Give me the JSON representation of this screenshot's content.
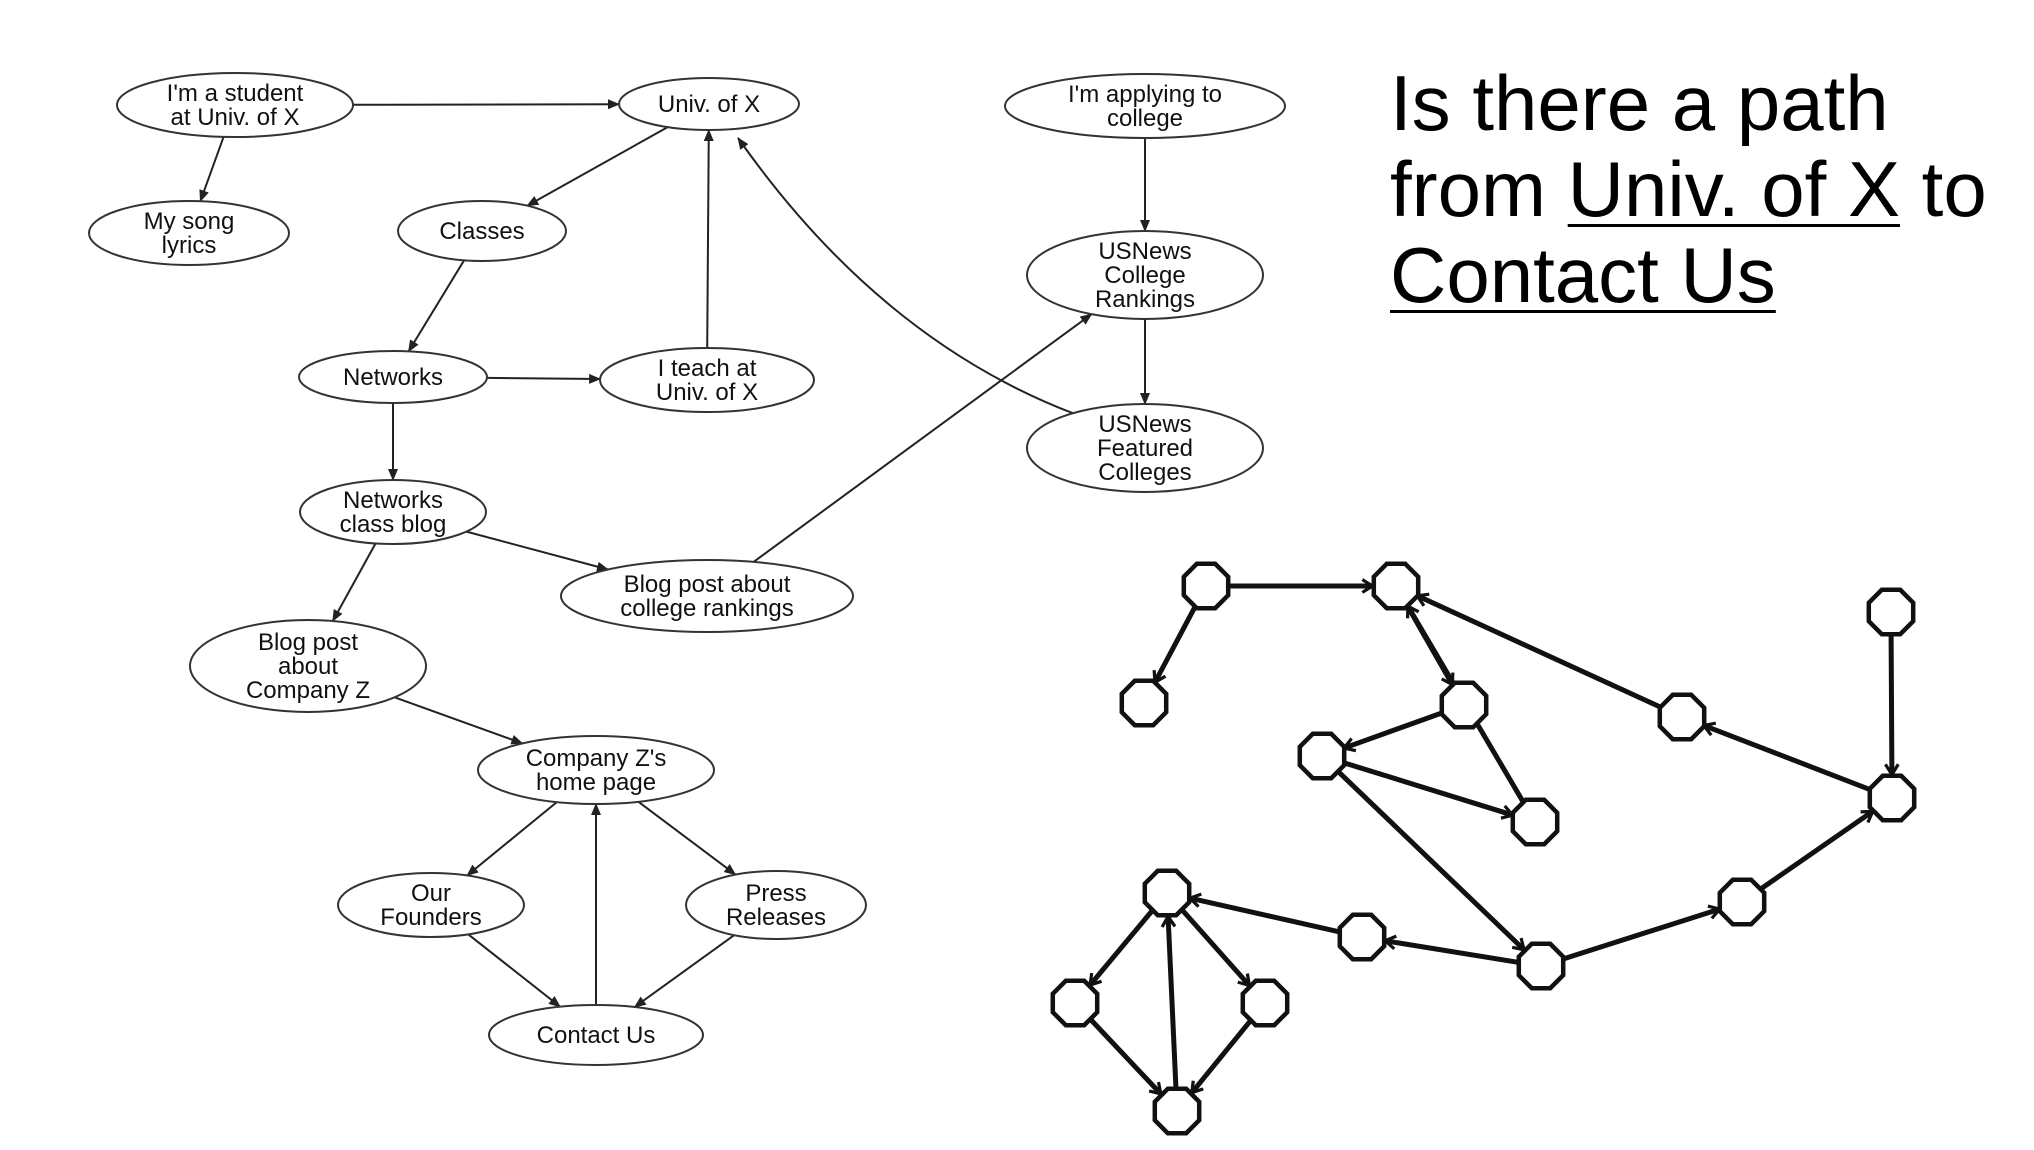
{
  "question": {
    "line1": "Is there a path",
    "from_word": "from ",
    "source": "Univ. of X",
    "to_word": " to",
    "target": "Contact Us"
  },
  "web_graph": {
    "nodes": [
      {
        "id": "student",
        "lines": [
          "I'm a student",
          "at Univ. of X"
        ]
      },
      {
        "id": "univ",
        "lines": [
          "Univ. of X"
        ]
      },
      {
        "id": "applying",
        "lines": [
          "I'm applying to",
          "college"
        ]
      },
      {
        "id": "lyrics",
        "lines": [
          "My song",
          "lyrics"
        ]
      },
      {
        "id": "classes",
        "lines": [
          "Classes"
        ]
      },
      {
        "id": "rankings",
        "lines": [
          "USNews",
          "College",
          "Rankings"
        ]
      },
      {
        "id": "networks",
        "lines": [
          "Networks"
        ]
      },
      {
        "id": "teach",
        "lines": [
          "I teach at",
          "Univ. of X"
        ]
      },
      {
        "id": "featured",
        "lines": [
          "USNews",
          "Featured",
          "Colleges"
        ]
      },
      {
        "id": "blog",
        "lines": [
          "Networks",
          "class blog"
        ]
      },
      {
        "id": "blogpost",
        "lines": [
          "Blog post about",
          "college rankings"
        ]
      },
      {
        "id": "blogz",
        "lines": [
          "Blog post",
          "about",
          "Company Z"
        ]
      },
      {
        "id": "companyz",
        "lines": [
          "Company Z's",
          "home page"
        ]
      },
      {
        "id": "founders",
        "lines": [
          "Our",
          "Founders"
        ]
      },
      {
        "id": "press",
        "lines": [
          "Press",
          "Releases"
        ]
      },
      {
        "id": "contact",
        "lines": [
          "Contact Us"
        ]
      }
    ],
    "edges": [
      [
        "student",
        "univ"
      ],
      [
        "student",
        "lyrics"
      ],
      [
        "univ",
        "classes"
      ],
      [
        "classes",
        "networks"
      ],
      [
        "networks",
        "teach"
      ],
      [
        "teach",
        "univ"
      ],
      [
        "networks",
        "blog"
      ],
      [
        "blog",
        "blogpost"
      ],
      [
        "blog",
        "blogz"
      ],
      [
        "blogpost",
        "rankings"
      ],
      [
        "applying",
        "rankings"
      ],
      [
        "rankings",
        "featured"
      ],
      [
        "featured",
        "univ"
      ],
      [
        "blogz",
        "companyz"
      ],
      [
        "companyz",
        "founders"
      ],
      [
        "companyz",
        "press"
      ],
      [
        "founders",
        "contact"
      ],
      [
        "press",
        "contact"
      ],
      [
        "contact",
        "companyz"
      ]
    ]
  },
  "abstract_graph": {
    "nodes": [
      "student",
      "univ",
      "applying",
      "lyrics",
      "classes",
      "rankings",
      "networks",
      "teach",
      "featured",
      "blog",
      "blogpost",
      "blogz",
      "companyz",
      "founders",
      "press",
      "contact"
    ],
    "edges": [
      [
        "student",
        "univ"
      ],
      [
        "student",
        "lyrics"
      ],
      [
        "univ",
        "classes"
      ],
      [
        "classes",
        "networks"
      ],
      [
        "networks",
        "teach"
      ],
      [
        "teach",
        "univ"
      ],
      [
        "networks",
        "blog"
      ],
      [
        "blog",
        "blogpost"
      ],
      [
        "blog",
        "blogz"
      ],
      [
        "blogpost",
        "rankings"
      ],
      [
        "applying",
        "rankings"
      ],
      [
        "rankings",
        "featured"
      ],
      [
        "featured",
        "univ"
      ],
      [
        "blogz",
        "companyz"
      ],
      [
        "companyz",
        "founders"
      ],
      [
        "companyz",
        "press"
      ],
      [
        "founders",
        "contact"
      ],
      [
        "press",
        "contact"
      ],
      [
        "contact",
        "companyz"
      ]
    ]
  }
}
